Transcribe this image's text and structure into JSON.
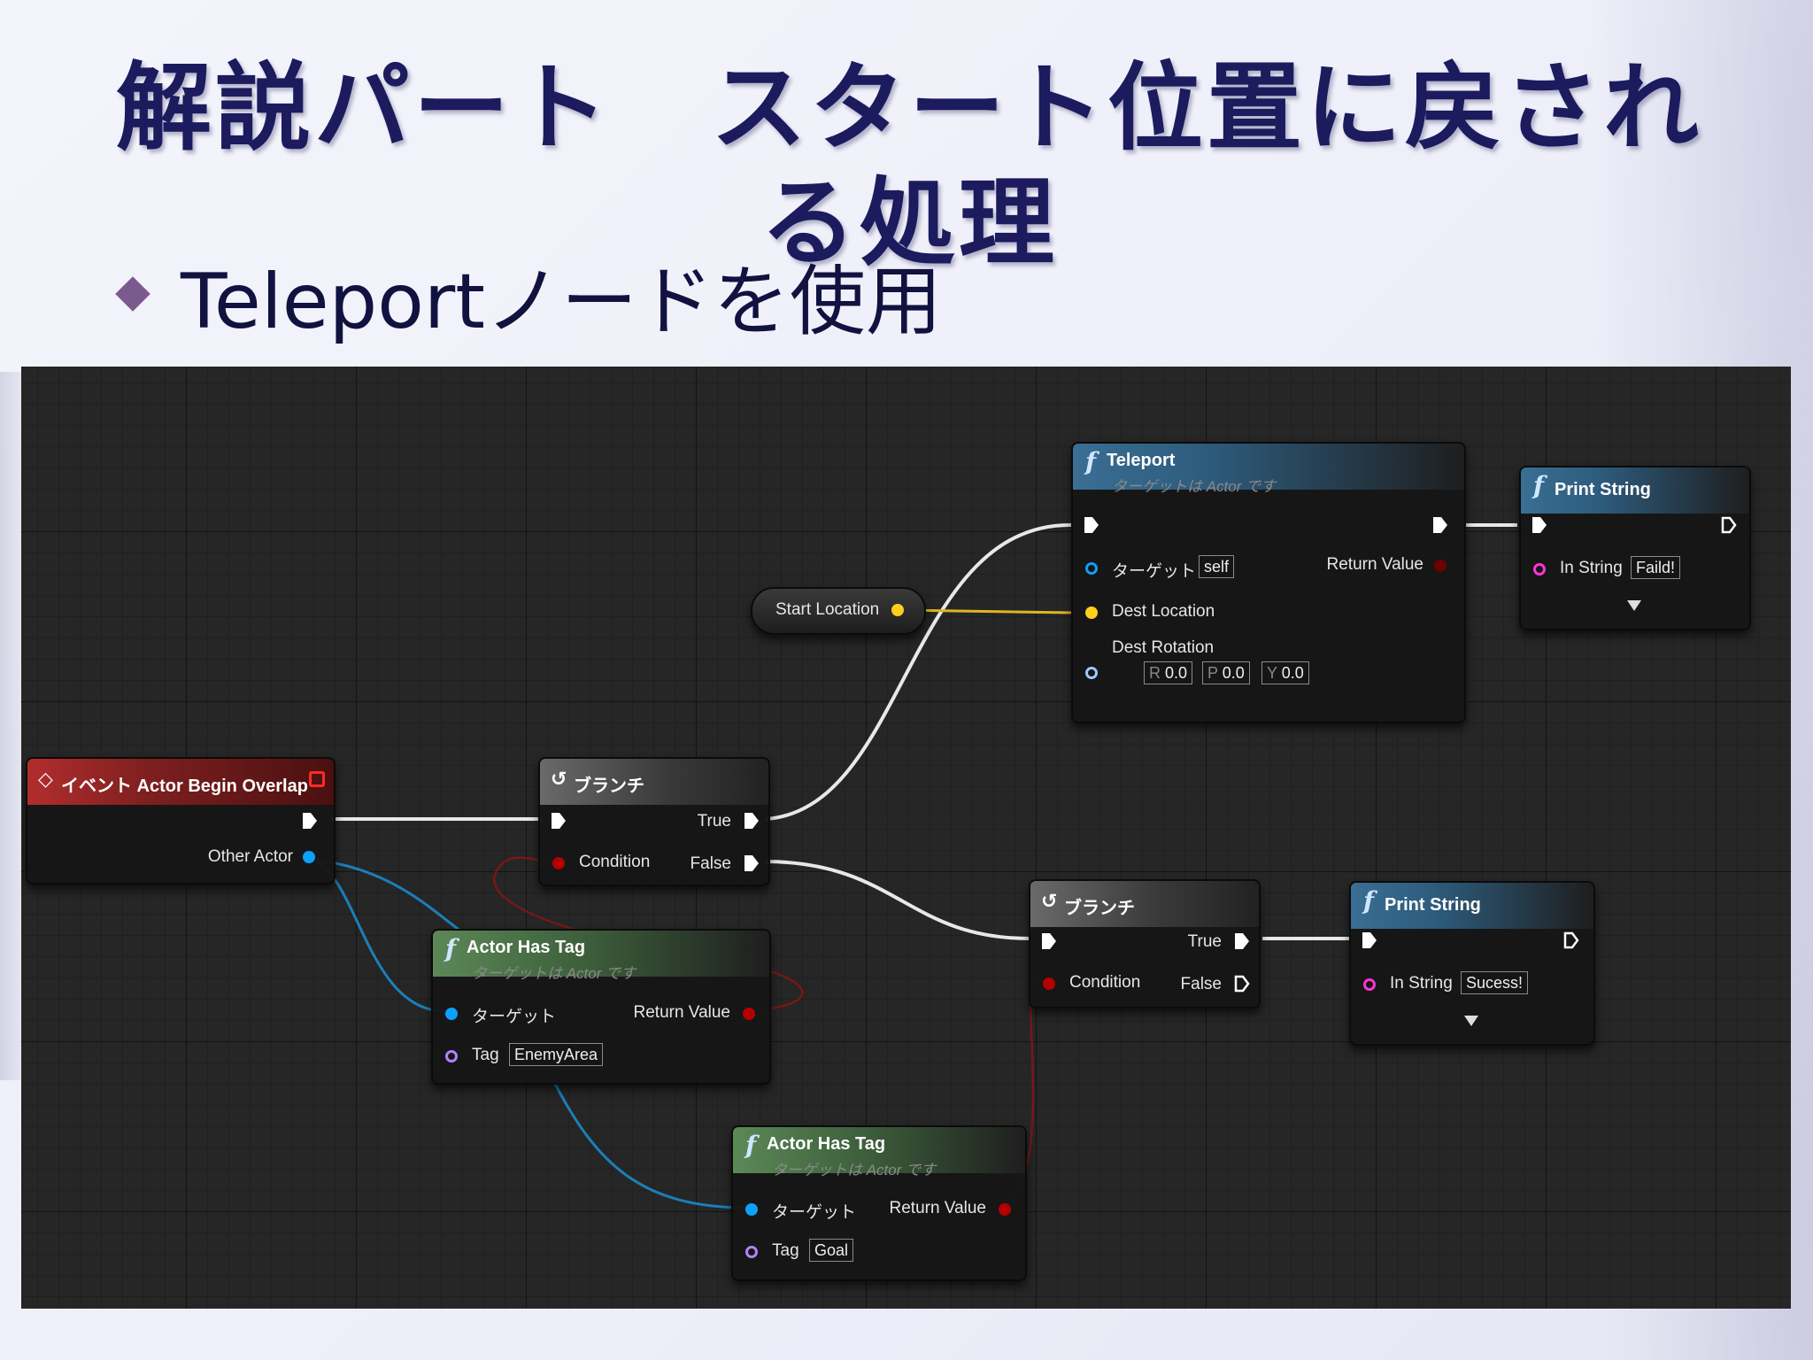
{
  "slide": {
    "title": "解説パート　スタート位置に戻される処理",
    "bullet": "Teleportノードを使用"
  },
  "nodes": {
    "event": {
      "title": "イベント Actor Begin Overlap",
      "pin_other_actor": "Other Actor"
    },
    "branch1": {
      "title": "ブランチ",
      "condition": "Condition",
      "true": "True",
      "false": "False"
    },
    "has_tag1": {
      "title": "Actor Has Tag",
      "subtitle": "ターゲットは Actor です",
      "target": "ターゲット",
      "tag": "Tag",
      "tag_value": "EnemyArea",
      "return": "Return Value"
    },
    "has_tag2": {
      "title": "Actor Has Tag",
      "subtitle": "ターゲットは Actor です",
      "target": "ターゲット",
      "tag": "Tag",
      "tag_value": "Goal",
      "return": "Return Value"
    },
    "start_location": {
      "label": "Start Location"
    },
    "teleport": {
      "title": "Teleport",
      "subtitle": "ターゲットは Actor です",
      "target": "ターゲット",
      "target_value": "self",
      "return": "Return Value",
      "dest_location": "Dest Location",
      "dest_rotation": "Dest Rotation",
      "r_label": "R",
      "r_value": "0.0",
      "p_label": "P",
      "p_value": "0.0",
      "y_label": "Y",
      "y_value": "0.0"
    },
    "print1": {
      "title": "Print String",
      "in_string": "In String",
      "value": "Faild!"
    },
    "branch2": {
      "title": "ブランチ",
      "condition": "Condition",
      "true": "True",
      "false": "False"
    },
    "print2": {
      "title": "Print String",
      "in_string": "In String",
      "value": "Sucess!"
    }
  },
  "colors": {
    "exec": "#ffffff",
    "object": "#0ca0ff",
    "bool": "#b50000",
    "vector": "#ffcf1f",
    "name": "#b482ff",
    "string": "#ff34d4"
  }
}
